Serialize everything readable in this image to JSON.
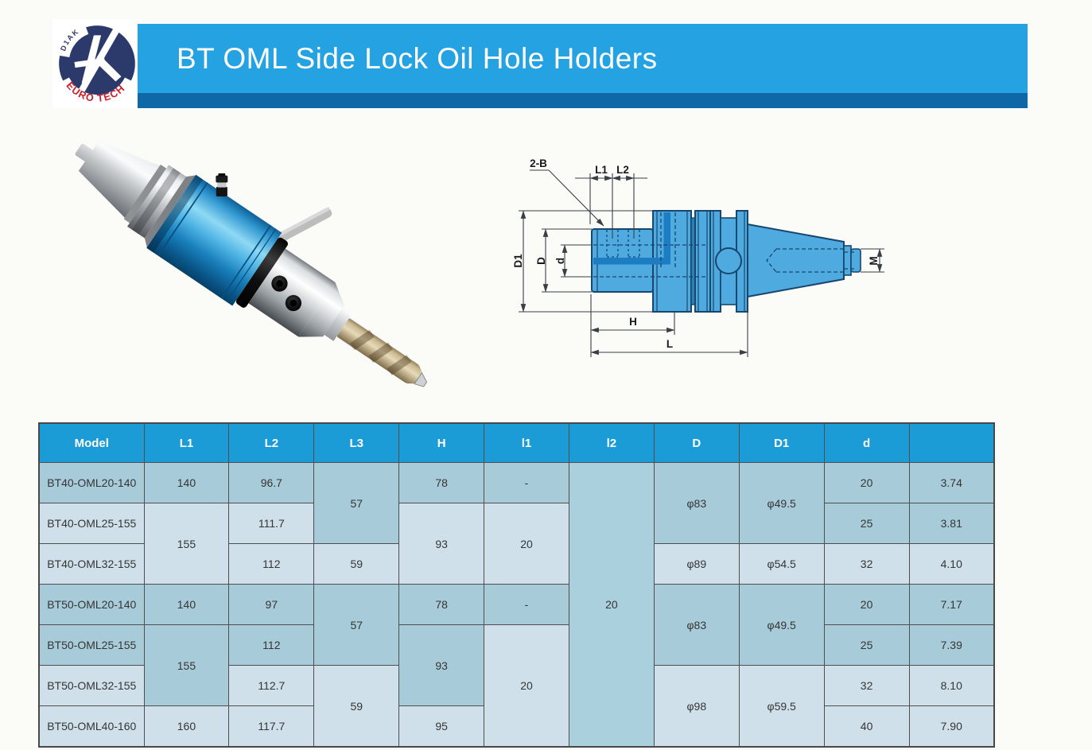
{
  "header": {
    "title": "BT OML Side Lock Oil Hole Holders"
  },
  "logo": {
    "monogram": "D1AK",
    "brand": "EURO TECH"
  },
  "diagram": {
    "labels": {
      "holes": "2-B",
      "l1": "L1",
      "l2": "L2",
      "d1": "D1",
      "d_outer": "D",
      "d_bore": "d",
      "m": "M",
      "h": "H",
      "l": "L"
    }
  },
  "table": {
    "headers": [
      "Model",
      "L1",
      "L2",
      "L3",
      "H",
      "l1",
      "l2",
      "D",
      "D1",
      "d",
      ""
    ],
    "rows": [
      [
        "BT40-OML20-140",
        "140",
        "96.7",
        "57",
        "78",
        "-",
        "20",
        "φ83",
        "φ49.5",
        "20",
        "3.74"
      ],
      [
        "BT40-OML25-155",
        "155",
        "111.7",
        "93",
        "20",
        "25",
        "3.81"
      ],
      [
        "BT40-OML32-155",
        "112",
        "59",
        "φ89",
        "φ54.5",
        "32",
        "4.10"
      ],
      [
        "BT50-OML20-140",
        "140",
        "97",
        "57",
        "78",
        "-",
        "φ83",
        "φ49.5",
        "20",
        "7.17"
      ],
      [
        "BT50-OML25-155",
        "155",
        "112",
        "93",
        "20",
        "25",
        "7.39"
      ],
      [
        "BT50-OML32-155",
        "112.7",
        "59",
        "φ98",
        "φ59.5",
        "32",
        "8.10"
      ],
      [
        "BT50-OML40-160",
        "160",
        "117.7",
        "95",
        "40",
        "7.90"
      ]
    ]
  },
  "colors": {
    "banner": "#25a2e2",
    "banner_strip": "#0e68a7",
    "table_header": "#1b9cd6",
    "cell_dark": "#a8cbd9",
    "cell_light": "#cfe0ea",
    "cell_medium": "#aacfdd",
    "diagram_fill": "#4fabdf",
    "diagram_outline": "#17466e",
    "coolant_channel": "#1d7dc2",
    "logo_navy": "#2b3a6b",
    "logo_red": "#c8202a"
  }
}
